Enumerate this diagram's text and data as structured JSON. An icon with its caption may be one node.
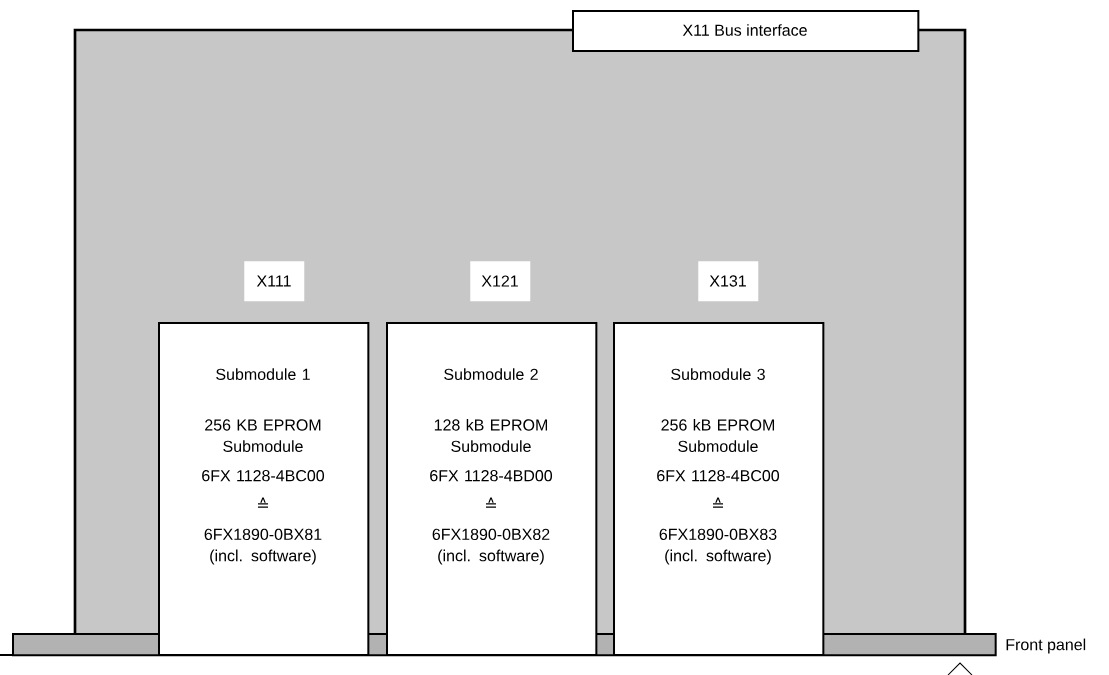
{
  "diagram": {
    "nodes": [
      {
        "text": [],
        "shape": "box"
      },
      {
        "text": [
          "X11 Bus interface"
        ]
      },
      {
        "text": [
          "X111"
        ],
        "in": 0
      },
      {
        "text": [
          "X121"
        ],
        "in": 0
      },
      {
        "text": [
          "X131"
        ],
        "in": 0
      },
      {
        "text": [
          "Submodule 1",
          "256 KB EPROM Submodule",
          "6FX 1128-4BC00",
          "≙",
          "6FX1890-0BX81 (incl. software)"
        ],
        "in": 0
      },
      {
        "text": [
          "Submodule 2",
          "128 kB EPROM Submodule",
          "6FX 1128-4BD00",
          "≙",
          "6FX1890-0BX82 (incl. software)"
        ],
        "in": 0
      },
      {
        "text": [
          "Submodule 3",
          "256 kB EPROM Submodule",
          "6FX 1128-4BC00",
          "≙",
          "6FX1890-0BX83 (incl. software)"
        ],
        "in": 0
      },
      {
        "text": [],
        "shape": "bar",
        "beside": [
          "Front panel"
        ]
      }
    ]
  }
}
